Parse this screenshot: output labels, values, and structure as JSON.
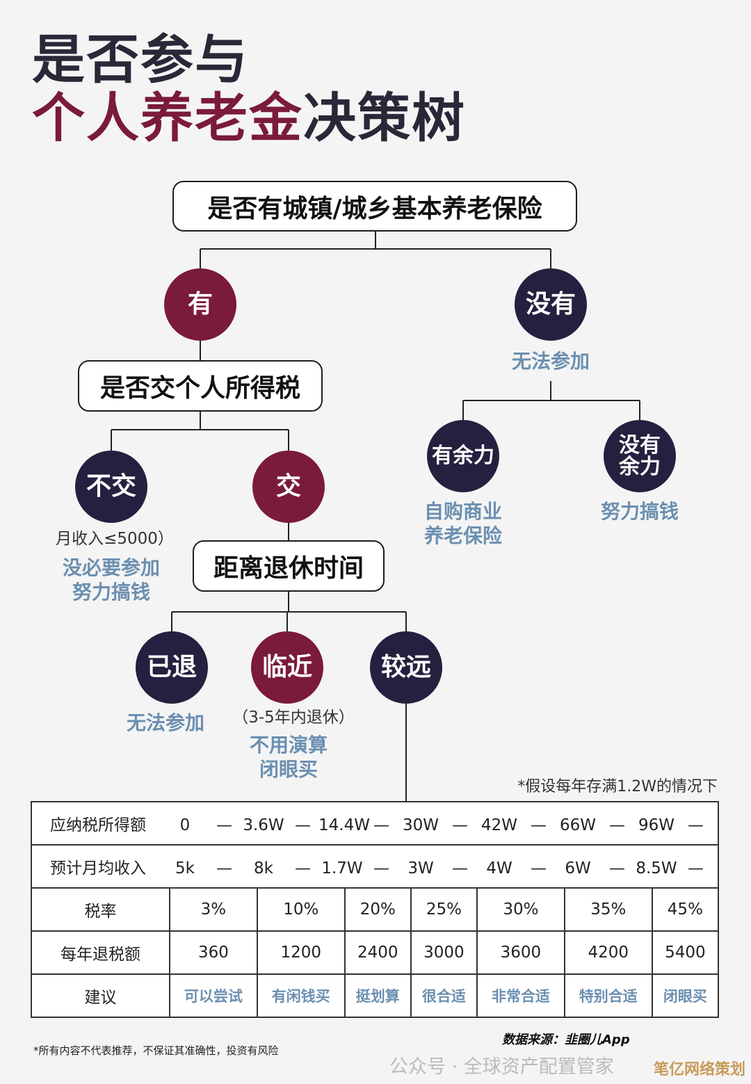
{
  "title": {
    "line1": "是否参与",
    "line2_accent": "个人养老金",
    "line2_rest": "决策树"
  },
  "colors": {
    "navy": "#23213f",
    "maroon": "#7a1a3c",
    "blue_text": "#6b8fb0"
  },
  "nodes": {
    "q1": "是否有城镇/城乡基本养老保险",
    "yes": "有",
    "no": "没有",
    "no_result": "无法参加",
    "q2": "是否交个人所得税",
    "not_pay": "不交",
    "pay": "交",
    "not_pay_note": "月收入≤5000）",
    "not_pay_result1": "没必要参加",
    "not_pay_result2": "努力搞钱",
    "spare": "有余力",
    "no_spare_1": "没有",
    "no_spare_2": "余力",
    "spare_result1": "自购商业",
    "spare_result2": "养老保险",
    "no_spare_result": "努力搞钱",
    "q3": "距离退休时间",
    "retired": "已退",
    "near": "临近",
    "far": "较远",
    "retired_result": "无法参加",
    "near_note": "（3-5年内退休）",
    "near_result1": "不用演算",
    "near_result2": "闭眼买"
  },
  "table": {
    "note": "*假设每年存满1.2W的情况下",
    "taxable_income": {
      "label": "应纳税所得额",
      "values": [
        "0",
        "3.6W",
        "14.4W",
        "30W",
        "42W",
        "66W",
        "96W"
      ]
    },
    "monthly_income": {
      "label": "预计月均收入",
      "values": [
        "5k",
        "8k",
        "1.7W",
        "3W",
        "4W",
        "6W",
        "8.5W"
      ]
    },
    "rate": {
      "label": "税率",
      "values": [
        "3%",
        "10%",
        "20%",
        "25%",
        "30%",
        "35%",
        "45%"
      ]
    },
    "refund": {
      "label": "每年退税额",
      "values": [
        "360",
        "1200",
        "2400",
        "3000",
        "3600",
        "4200",
        "5400"
      ]
    },
    "advice": {
      "label": "建议",
      "values": [
        "可以尝试",
        "有闲钱买",
        "挺划算",
        "很合适",
        "非常合适",
        "特别合适",
        "闭眼买"
      ]
    }
  },
  "footer": {
    "disclaimer": "*所有内容不代表推荐，不保证其准确性，投资有风险",
    "source": "数据来源：韭圈儿App",
    "watermark": "公众号 · 全球资产配置管家",
    "corner": "笔亿网络策划"
  }
}
